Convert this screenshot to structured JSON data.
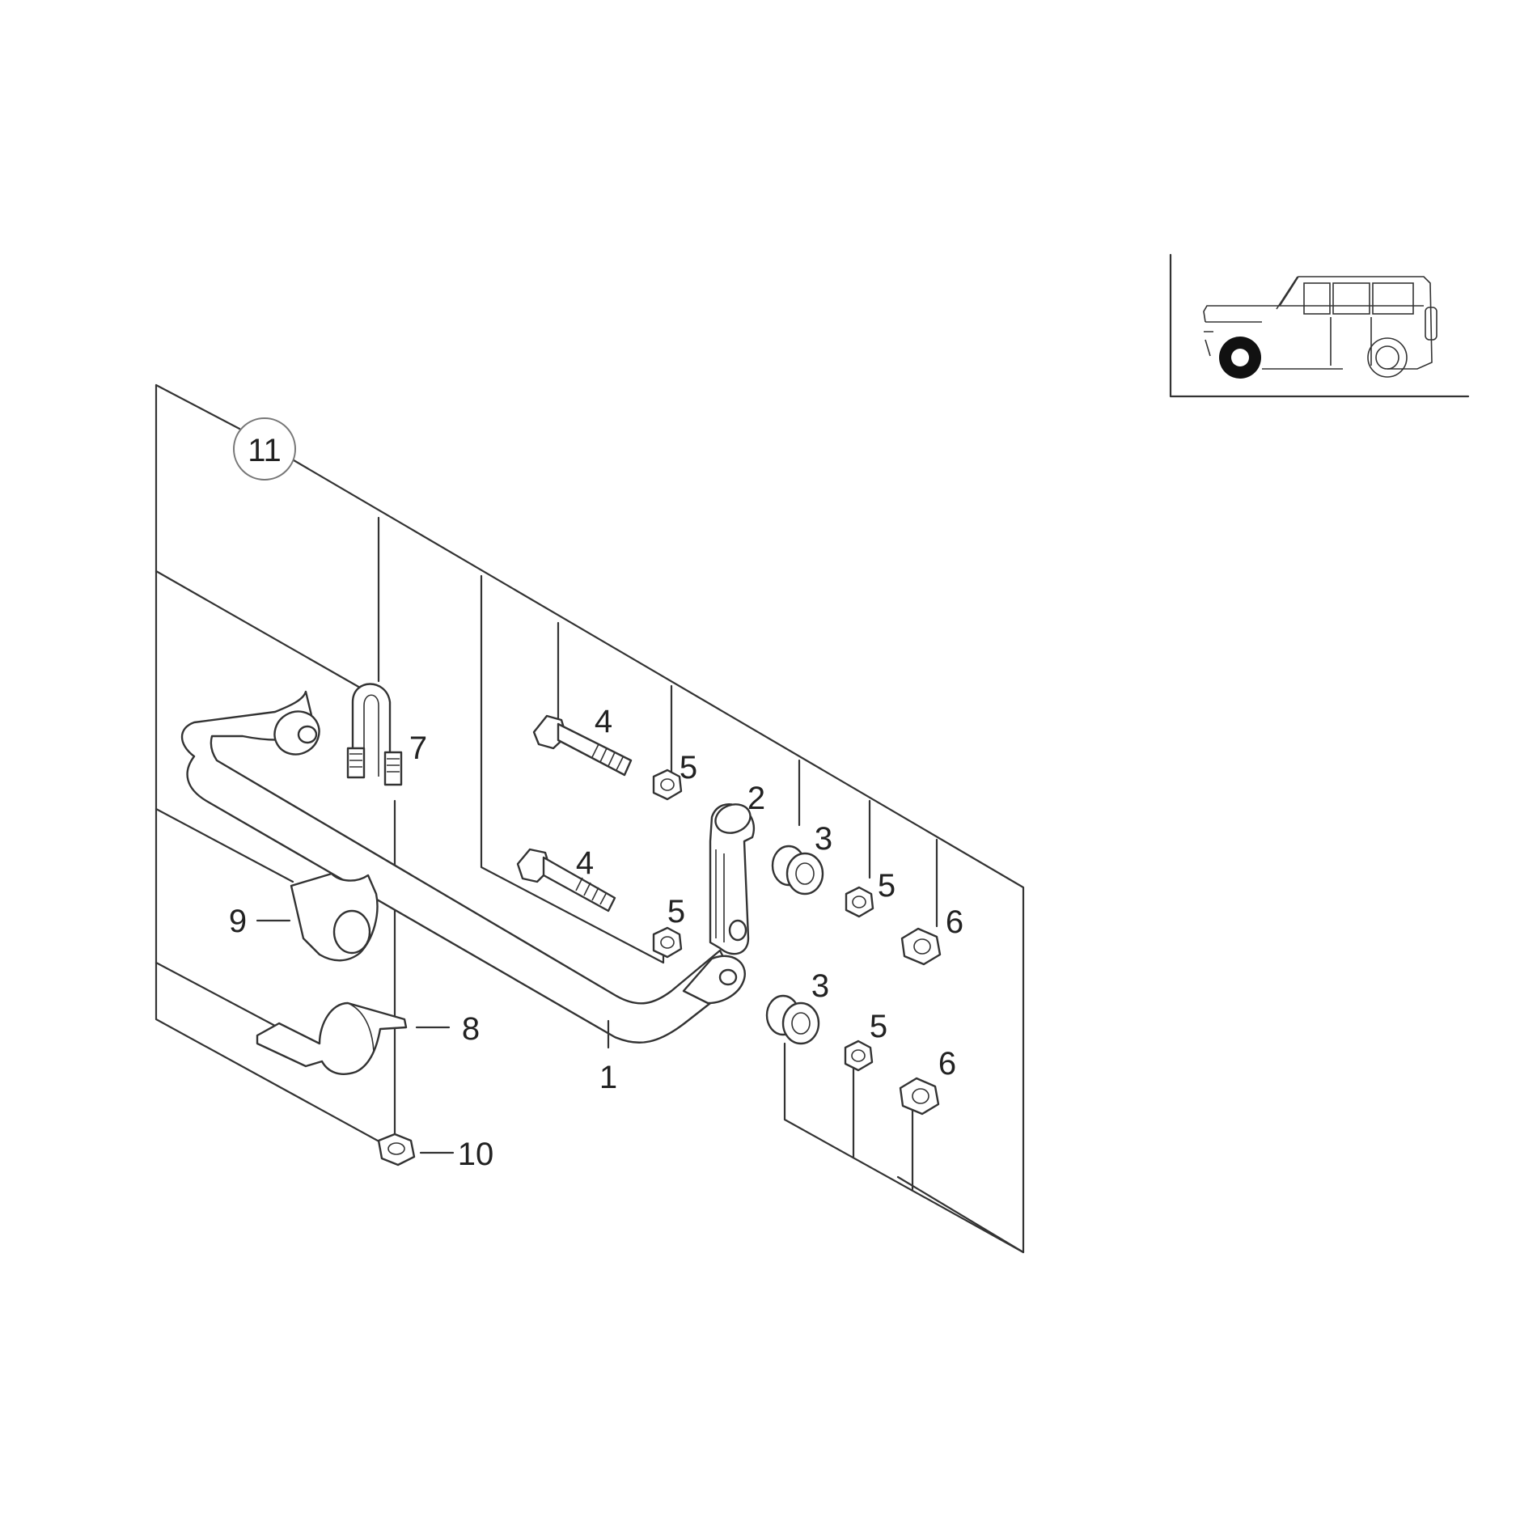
{
  "group_label": "11",
  "callouts": {
    "c1": "1",
    "c2": "2",
    "c3a": "3",
    "c3b": "3",
    "c4a": "4",
    "c4b": "4",
    "c5a": "5",
    "c5b": "5",
    "c5c": "5",
    "c5d": "5",
    "c6a": "6",
    "c6b": "6",
    "c7": "7",
    "c8": "8",
    "c9": "9",
    "c10": "10"
  },
  "inset": {
    "icon": "suv-vehicle-icon",
    "highlight": "front-wheel"
  }
}
